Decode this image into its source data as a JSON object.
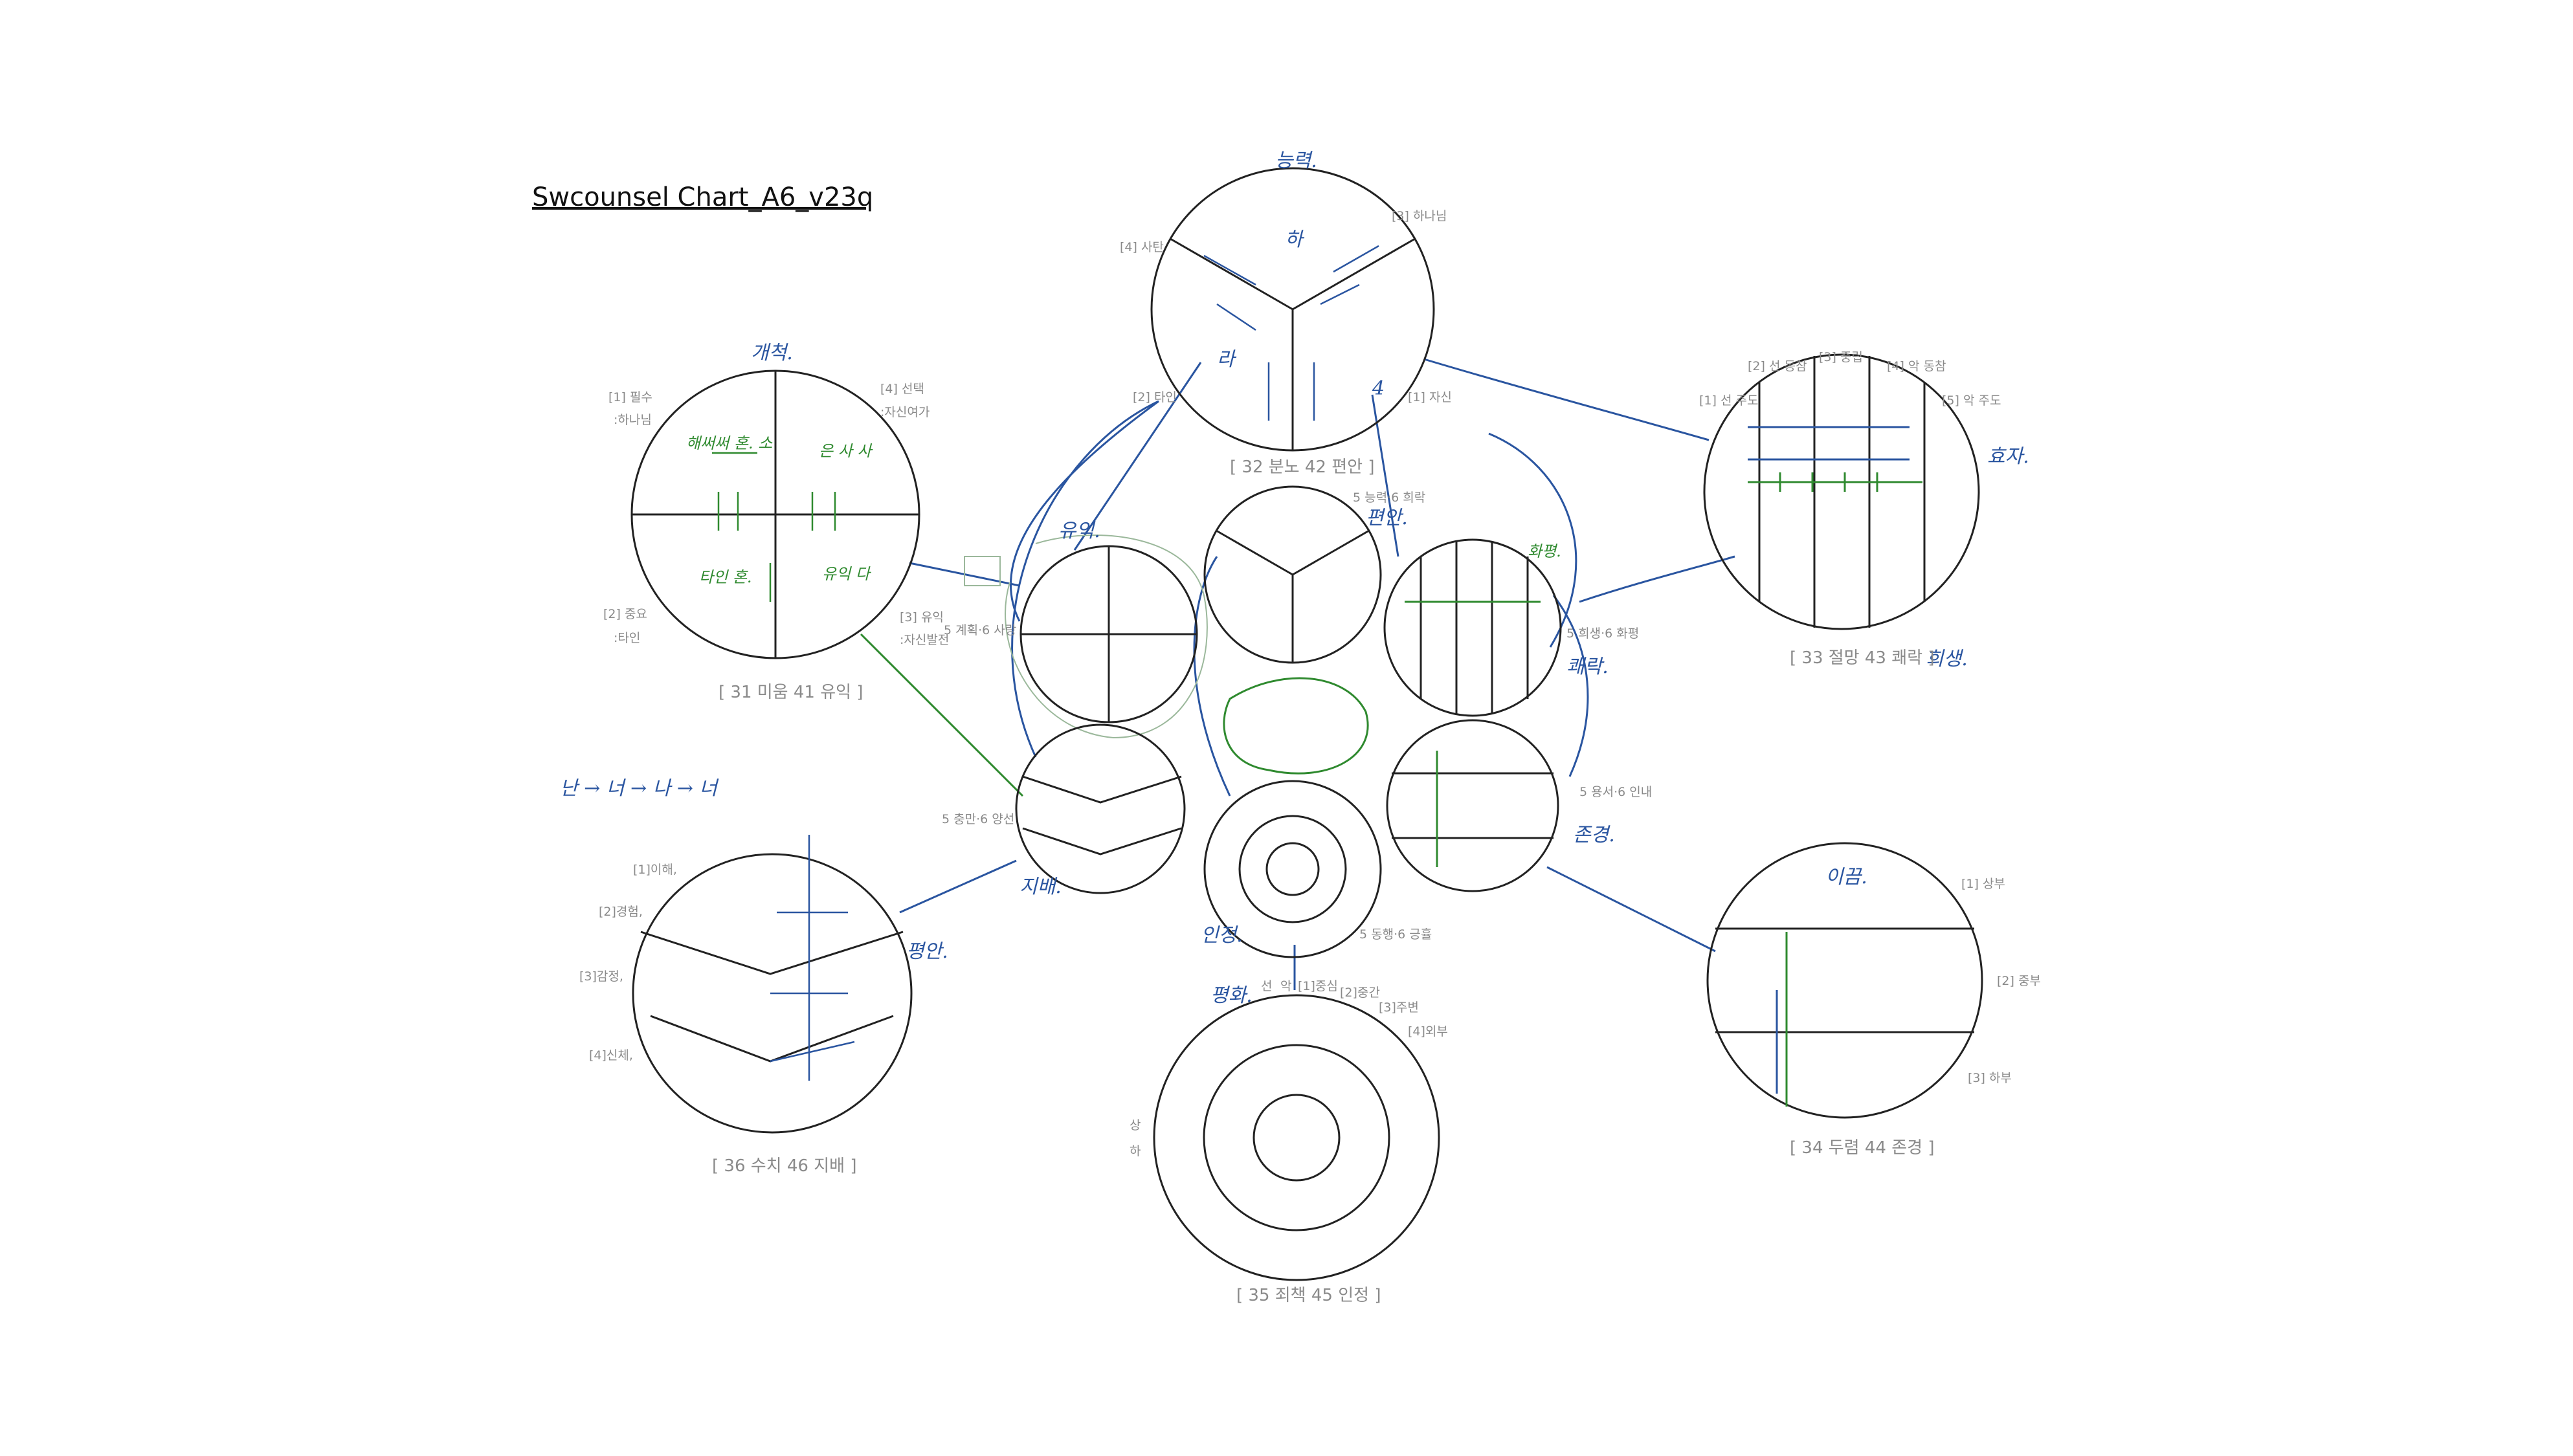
{
  "title": "Swcounsel Chart_A6_v23q",
  "colors": {
    "ink": "#222222",
    "blue": "#2a55a0",
    "green": "#2f8a2f",
    "gray": "#8a8a8a"
  },
  "charts": {
    "c31": {
      "caption": "[ 31 미움  41 유익 ]",
      "top": "개척.",
      "labels": [
        "[1] 필수",
        ":하나님",
        "[4] 선택",
        ":자신여가",
        "[2] 중요",
        ":타인",
        "[3] 유익",
        ":자신발전"
      ]
    },
    "c32": {
      "caption": "[ 32 분노  42 편안 ]",
      "top": "능력.",
      "labels": [
        "[4] 사탄",
        "[3] 하나님",
        "[2] 타인",
        "[1] 자신"
      ],
      "hand": [
        "하",
        "라",
        "4"
      ]
    },
    "c33": {
      "caption": "[ 33 절망  43 쾌락 ]",
      "side": "효자.",
      "under": "희생.",
      "labels": [
        "[2] 선 동참",
        "[3] 중립",
        "[4] 악 동참",
        "[1] 선 주도",
        "[5] 악 주도"
      ]
    },
    "c34": {
      "caption": "[ 34 두렴  44 존경 ]",
      "top": "이끔.",
      "labels": [
        "[1] 상부",
        "[2] 중부",
        "[3] 하부"
      ]
    },
    "c35": {
      "caption": "[ 35 죄책  45 인정 ]",
      "top": "평화.",
      "labels": [
        "[1]중심",
        "[2]중간",
        "[3]주변",
        "[4]외부",
        "선",
        "악",
        "상",
        "하"
      ]
    },
    "c36": {
      "caption": "[ 36 수치  46 지배 ]",
      "side": "평안.",
      "labels": [
        "[1]이해,",
        "[2]경험,",
        "[3]감정,",
        "[4]신체,"
      ],
      "note": "난 → 너 → 나 → 너"
    },
    "mid": {
      "labels": [
        "5 능력·6 희락",
        "5 계획·6 사랑",
        "5 희생·6 화평",
        "5 충만·6 양선",
        "5 용서·6 인내",
        "5 동행·6 긍휼"
      ],
      "hand": [
        "유익.",
        "편안.",
        "화평.",
        "지배.",
        "인정.",
        "존경.",
        "쾌락."
      ]
    }
  }
}
